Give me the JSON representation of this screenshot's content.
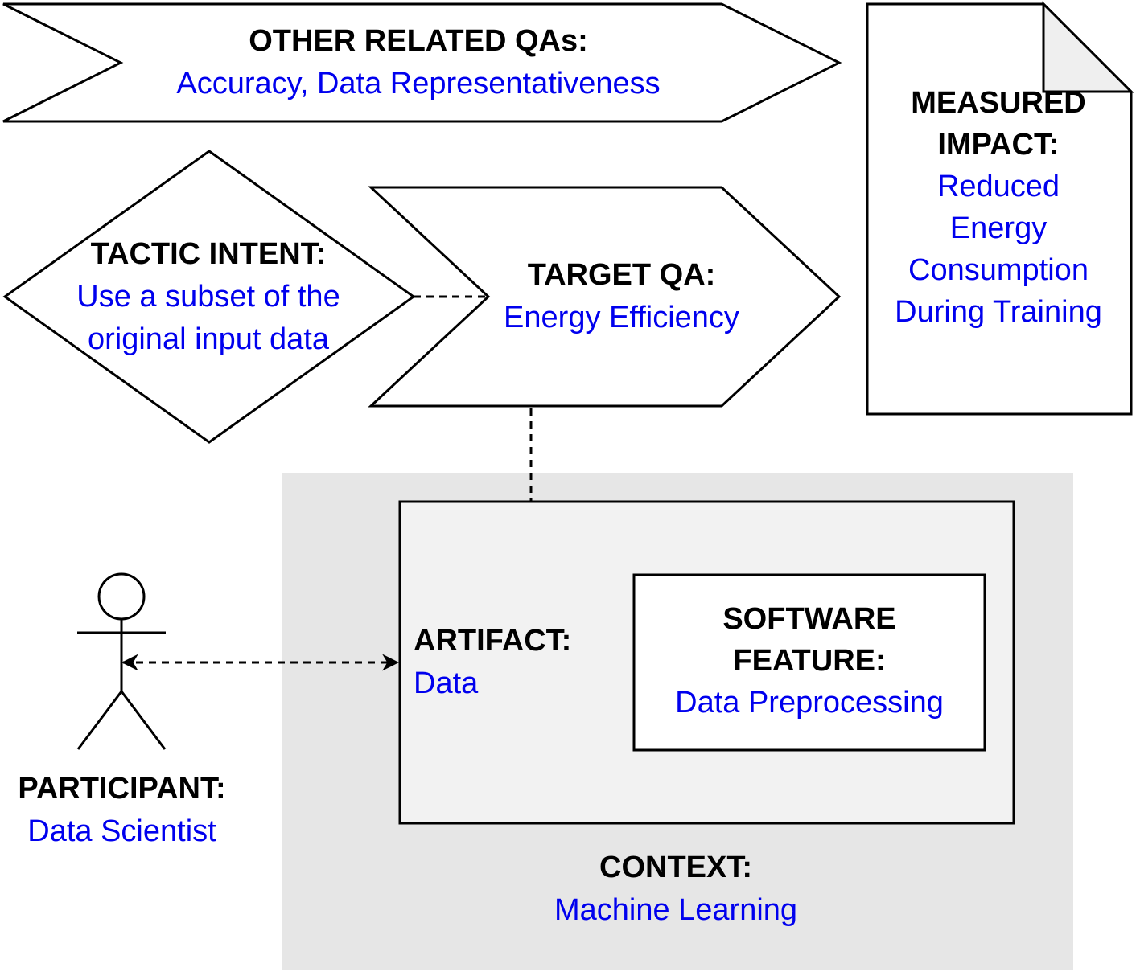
{
  "other_related": {
    "label": "OTHER RELATED QAs:",
    "value": "Accuracy, Data Representativeness"
  },
  "measured_impact": {
    "label_line1": "MEASURED",
    "label_line2": "IMPACT:",
    "value_lines": [
      "Reduced",
      "Energy",
      "Consumption",
      "During Training"
    ]
  },
  "tactic_intent": {
    "label": "TACTIC INTENT:",
    "value_line1": "Use a subset of the",
    "value_line2": "original input data"
  },
  "target_qa": {
    "label": "TARGET QA:",
    "value": "Energy Efficiency"
  },
  "artifact": {
    "label": "ARTIFACT:",
    "value": "Data"
  },
  "software_feature": {
    "label_line1": "SOFTWARE",
    "label_line2": "FEATURE:",
    "value": "Data Preprocessing"
  },
  "participant": {
    "label": "PARTICIPANT:",
    "value": "Data Scientist"
  },
  "context": {
    "label": "CONTEXT:",
    "value": "Machine Learning"
  },
  "colors": {
    "label": "#000000",
    "value": "#0000ee",
    "context_fill": "#e6e6e6",
    "artifact_fill": "#f2f2f2",
    "page_fold": "#efefef"
  }
}
